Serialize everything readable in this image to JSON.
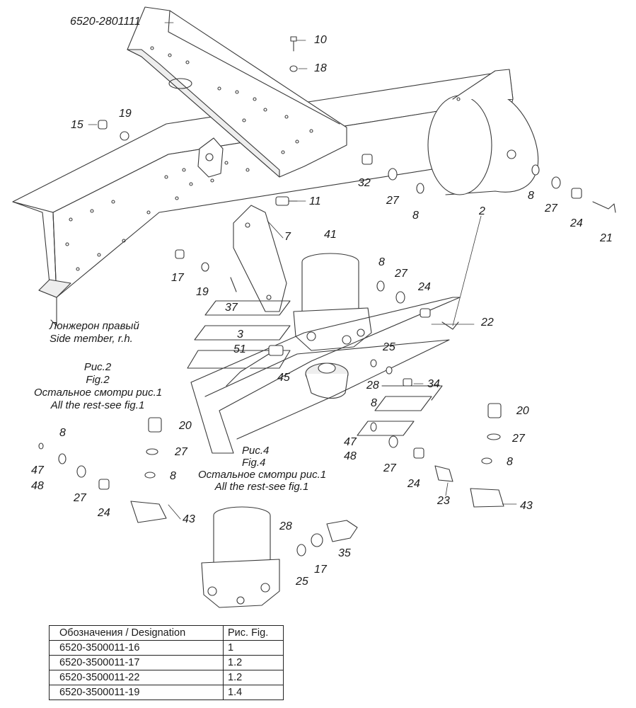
{
  "top_label": "6520-2801111",
  "side_member": {
    "ru": "Лонжерон правый",
    "en": "Side member, r.h."
  },
  "fig2_note": {
    "ru_fig": "Рис.2",
    "en_fig": "Fig.2",
    "ru_rest": "Остальное смотри рис.1",
    "en_rest": "All the rest-see fig.1"
  },
  "fig4_note": {
    "ru_fig": "Рис.4",
    "en_fig": "Fig.4",
    "ru_rest": "Остальное смотри рис.1",
    "en_rest": "All the rest-see fig.1"
  },
  "callouts": {
    "c10": "10",
    "c18": "18",
    "c15": "15",
    "c19a": "19",
    "c32": "32",
    "c27a": "27",
    "c8a": "8",
    "c2": "2",
    "c8b": "8",
    "c27b": "27",
    "c24a": "24",
    "c21": "21",
    "c11": "11",
    "c7": "7",
    "c41": "41",
    "c17a": "17",
    "c19b": "19",
    "c37": "37",
    "c8c": "8",
    "c27c": "27",
    "c24b": "24",
    "c22": "22",
    "c3": "3",
    "c51": "51",
    "c45": "45",
    "c25a": "25",
    "c28a": "28",
    "c34": "34",
    "c8d": "8",
    "c47a": "47",
    "c48a": "48",
    "c27d": "27",
    "c20a": "20",
    "c27e": "27",
    "c8e": "8",
    "c8f": "8",
    "c47b": "47",
    "c48b": "48",
    "c27f": "27",
    "c24c": "24",
    "c43a": "43",
    "c20b": "20",
    "c27g": "27",
    "c8g": "8",
    "c24d": "24",
    "c23": "23",
    "c43b": "43",
    "c28b": "28",
    "c35": "35",
    "c17b": "17",
    "c25b": "25"
  },
  "table": {
    "headers": [
      "Обозначения / Designation",
      "Рис. Fig."
    ],
    "rows": [
      [
        "6520-3500011-16",
        "1"
      ],
      [
        "6520-3500011-17",
        "1.2"
      ],
      [
        "6520-3500011-22",
        "1.2"
      ],
      [
        "6520-3500011-19",
        "1.4"
      ]
    ]
  },
  "colors": {
    "line": "#3a3a3a",
    "fill": "#ffffff",
    "shade": "#e6e6e6"
  }
}
